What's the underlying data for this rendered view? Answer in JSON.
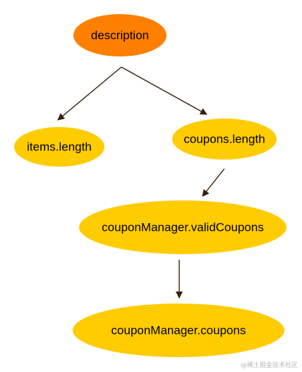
{
  "colors": {
    "root_fill": "#ff7f00",
    "node_fill": "#ffcc00",
    "edge": "#3a1f0a",
    "text": "#000000"
  },
  "nodes": [
    {
      "id": "description",
      "label": "description"
    },
    {
      "id": "items-length",
      "label": "items.length"
    },
    {
      "id": "coupons-length",
      "label": "coupons.length"
    },
    {
      "id": "valid-coupons",
      "label": "couponManager.validCoupons"
    },
    {
      "id": "manager-coupons",
      "label": "couponManager.coupons"
    }
  ],
  "edges": [
    {
      "from": "description",
      "to": "items-length"
    },
    {
      "from": "description",
      "to": "coupons-length"
    },
    {
      "from": "coupons-length",
      "to": "valid-coupons"
    },
    {
      "from": "valid-coupons",
      "to": "manager-coupons"
    }
  ],
  "watermark": "@稀土掘金技术社区"
}
